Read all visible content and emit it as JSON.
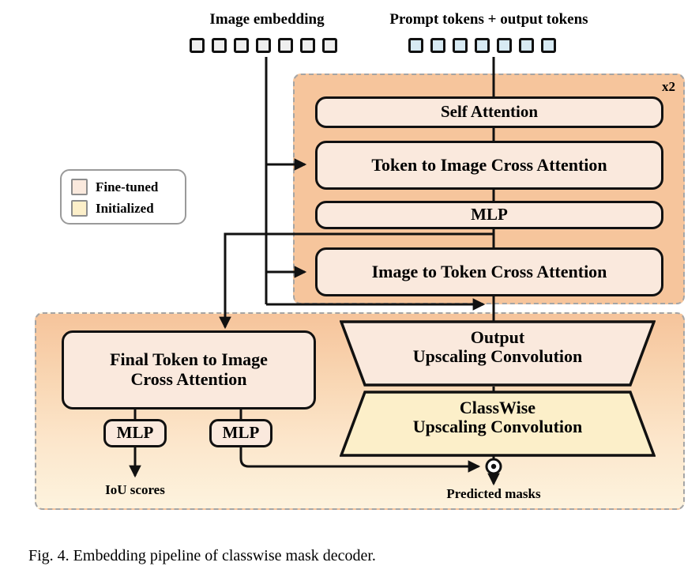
{
  "figure": {
    "caption": "Fig. 4.   Embedding pipeline of classwise mask decoder.",
    "repeat_label": "x2"
  },
  "inputs": {
    "image_embedding": {
      "title": "Image embedding",
      "token_count": 7,
      "token_color": "#efefef"
    },
    "prompt_tokens": {
      "title": "Prompt tokens + output tokens",
      "token_count": 7,
      "token_color": "#d7eaf3"
    }
  },
  "legend": {
    "items": [
      {
        "label": "Fine-tuned",
        "color": "#fae9dd"
      },
      {
        "label": "Initialized",
        "color": "#fcefc9"
      }
    ]
  },
  "encoder_block": {
    "repeat": "x2",
    "modules": [
      {
        "label": "Self Attention"
      },
      {
        "label": "Token to Image Cross Attention"
      },
      {
        "label": "MLP"
      },
      {
        "label": "Image to Token Cross Attention"
      }
    ]
  },
  "decoder_block": {
    "final_attention": {
      "line1": "Final Token to Image",
      "line2": "Cross Attention"
    },
    "mlp_left": {
      "label": "MLP"
    },
    "mlp_right": {
      "label": "MLP"
    },
    "output_upscaling": {
      "line1": "Output",
      "line2": "Upscaling Convolution",
      "color": "#fae9dd"
    },
    "classwise_upscaling": {
      "line1": "ClassWise",
      "line2": "Upscaling Convolution",
      "color": "#fcefc9"
    },
    "outputs": {
      "iou": "IoU scores",
      "masks": "Predicted masks"
    },
    "operator": "dot-product"
  },
  "colors": {
    "block_orange": "#f6c59c",
    "block_gradient_bottom": "#fdf3de",
    "fine_tuned": "#fae9dd",
    "initialized": "#fcefc9",
    "dashed_border": "#a5a5a5",
    "stroke": "#111111"
  }
}
